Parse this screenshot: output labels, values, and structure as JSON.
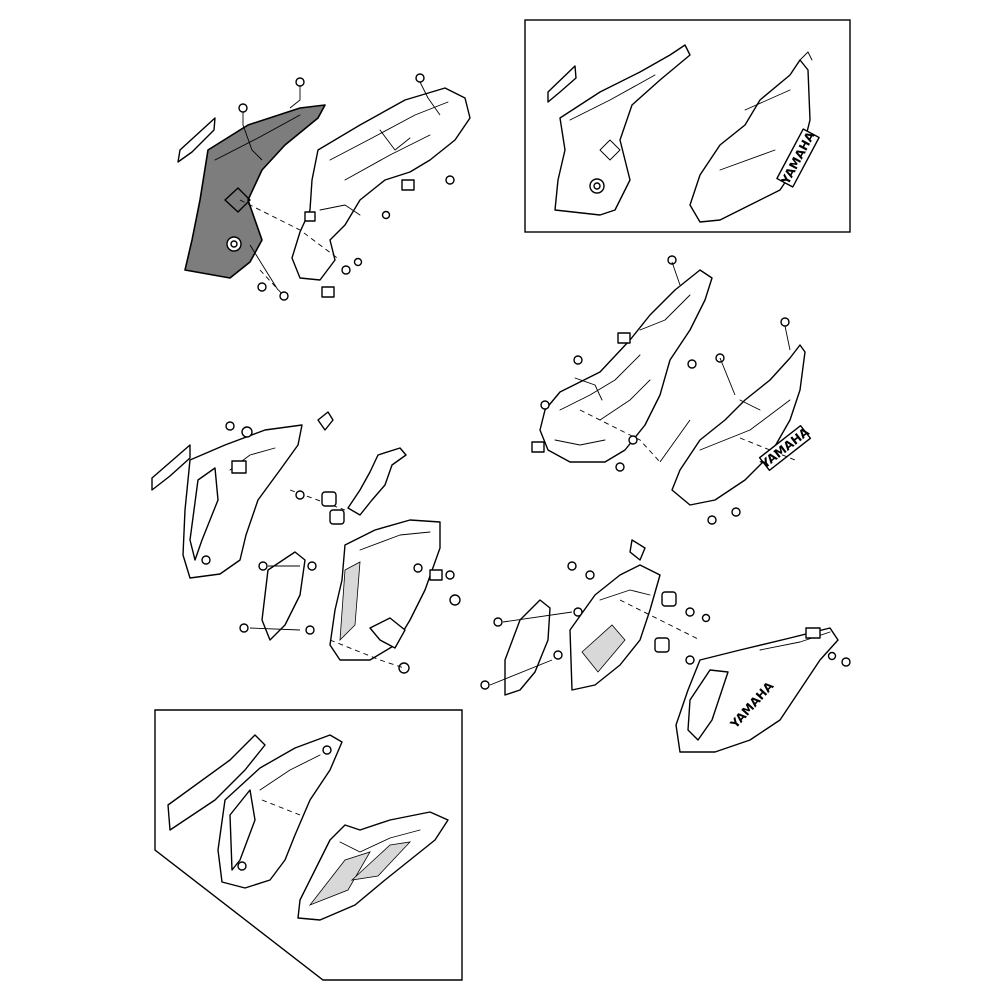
{
  "diagram": {
    "brand_labels": [
      {
        "id": "decal-upper-right-1",
        "text": "YAMAHA"
      },
      {
        "id": "decal-upper-right-2",
        "text": "YAMAHA"
      },
      {
        "id": "decal-lower-right",
        "text": "YAMAHA"
      }
    ],
    "colors": {
      "line": "#000000",
      "shaded_part": "#7d7d7d",
      "background": "#ffffff"
    }
  }
}
